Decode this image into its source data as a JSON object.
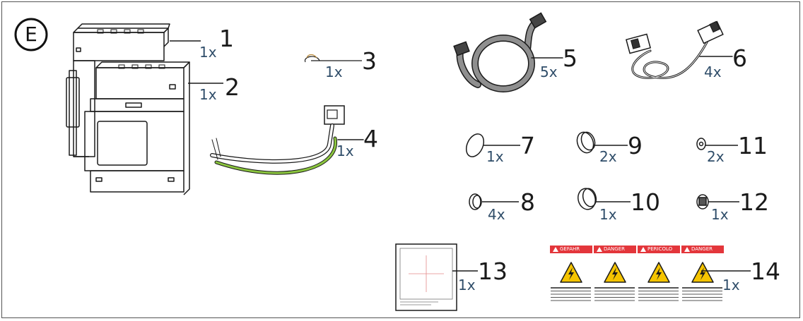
{
  "section_letter": "E",
  "items": [
    {
      "number": "1",
      "quantity": "1x"
    },
    {
      "number": "2",
      "quantity": "1x"
    },
    {
      "number": "3",
      "quantity": "1x"
    },
    {
      "number": "4",
      "quantity": "1x"
    },
    {
      "number": "5",
      "quantity": "5x"
    },
    {
      "number": "6",
      "quantity": "4x"
    },
    {
      "number": "7",
      "quantity": "1x"
    },
    {
      "number": "8",
      "quantity": "4x"
    },
    {
      "number": "9",
      "quantity": "2x"
    },
    {
      "number": "10",
      "quantity": "1x"
    },
    {
      "number": "11",
      "quantity": "2x"
    },
    {
      "number": "12",
      "quantity": "1x"
    },
    {
      "number": "13",
      "quantity": "1x"
    },
    {
      "number": "14",
      "quantity": "1x"
    }
  ],
  "warning_labels": [
    "GEFAHR",
    "DANGER",
    "PERICOLO",
    "DANGER"
  ],
  "colors": {
    "line": "#1a1a1a",
    "quantity_text": "#2f4d69",
    "danger_red": "#e3363b",
    "warning_yellow": "#f5c400",
    "ground_wire": "#8bc53f",
    "cable_gray": "#8f8f8f"
  }
}
